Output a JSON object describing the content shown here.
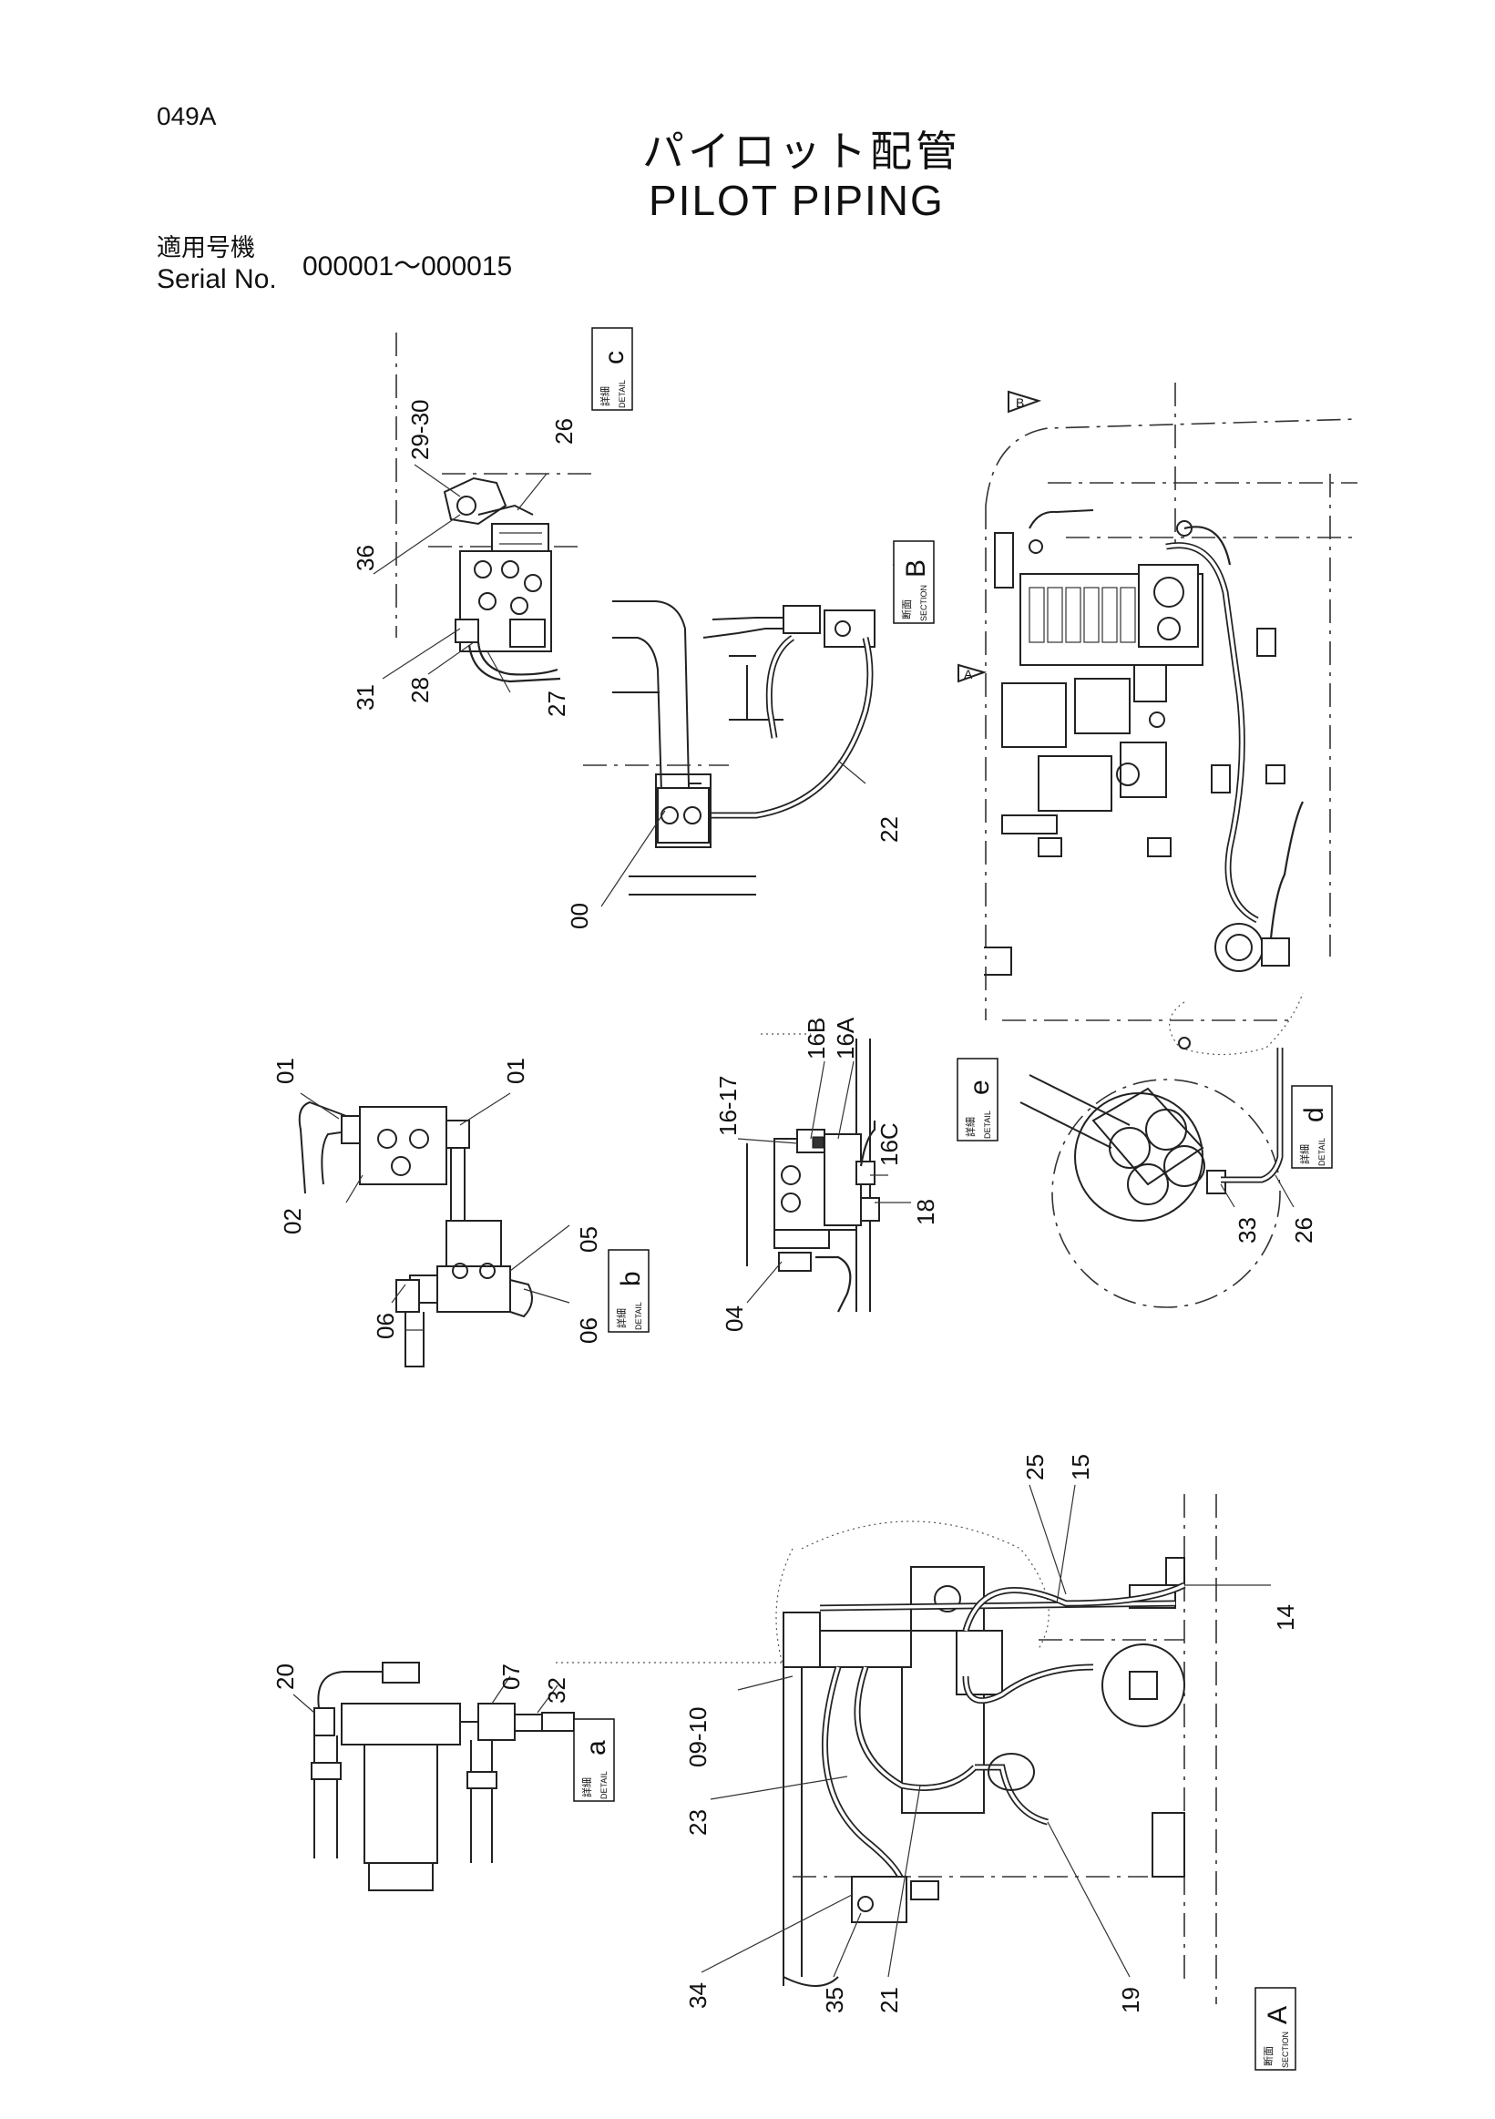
{
  "header": {
    "page_code": "049A",
    "title_jp": "パイロット配管",
    "title_en": "PILOT   PIPING",
    "serial_label_jp": "適用号機",
    "serial_label_en": "Serial No.",
    "serial_range": "000001～000015"
  },
  "views": [
    {
      "id": "detail-c",
      "tag_jp": "詳細",
      "tag_en": "DETAIL",
      "letter": "c"
    },
    {
      "id": "section-b",
      "tag_jp": "断面",
      "tag_en": "SECTION",
      "letter": "B"
    },
    {
      "id": "detail-e",
      "tag_jp": "詳細",
      "tag_en": "DETAIL",
      "letter": "e"
    },
    {
      "id": "detail-d",
      "tag_jp": "詳細",
      "tag_en": "DETAIL",
      "letter": "d"
    },
    {
      "id": "detail-b",
      "tag_jp": "詳細",
      "tag_en": "DETAIL",
      "letter": "b"
    },
    {
      "id": "detail-a",
      "tag_jp": "詳細",
      "tag_en": "DETAIL",
      "letter": "a"
    },
    {
      "id": "section-a",
      "tag_jp": "断面",
      "tag_en": "SECTION",
      "letter": "A"
    }
  ],
  "view_arrows": {
    "a": "A",
    "b": "B"
  },
  "callouts": {
    "c1": "29-30",
    "c2": "26",
    "c3": "36",
    "c4": "31",
    "c5": "28",
    "c6": "27",
    "b1": "22",
    "b2": "00",
    "e1": "16B",
    "e2": "16A",
    "e3": "16-17",
    "e4": "16C",
    "e5": "18",
    "e6": "04",
    "d1": "33",
    "d2": "26",
    "bb1": "01",
    "bb2": "01",
    "bb3": "02",
    "bb4": "05",
    "bb5": "06",
    "bb6": "06",
    "a1": "20",
    "a2": "07",
    "a3": "32",
    "s1": "25",
    "s2": "15",
    "s3": "14",
    "s4": "09-10",
    "s5": "23",
    "s6": "34",
    "s7": "35",
    "s8": "21",
    "s9": "19"
  }
}
